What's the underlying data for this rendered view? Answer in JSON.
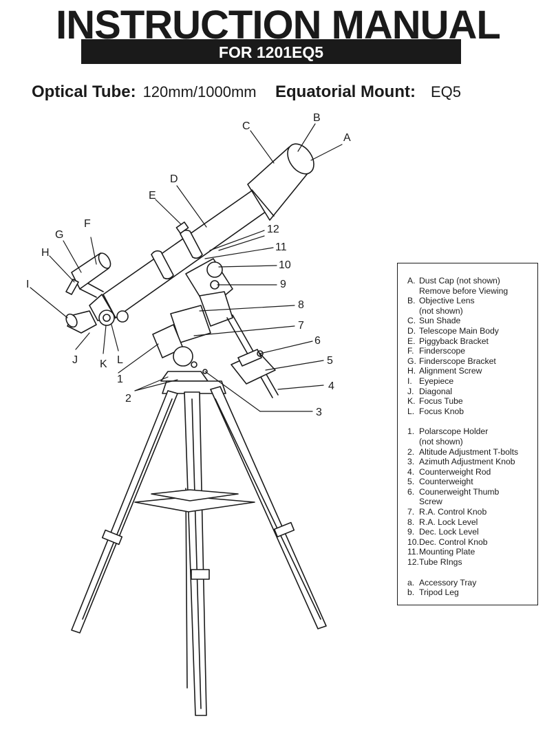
{
  "header": {
    "title": "INSTRUCTION MANUAL",
    "subtitle": "FOR 1201EQ5"
  },
  "specs": {
    "optical_tube_label": "Optical Tube:",
    "optical_tube_value": "120mm/1000mm",
    "mount_label": "Equatorial Mount:",
    "mount_value": "EQ5"
  },
  "callouts": {
    "A": "A",
    "B": "B",
    "C": "C",
    "D": "D",
    "E": "E",
    "F": "F",
    "G": "G",
    "H": "H",
    "I": "I",
    "J": "J",
    "K": "K",
    "L": "L",
    "n1": "1",
    "n2": "2",
    "n3": "3",
    "n4": "4",
    "n5": "5",
    "n6": "6",
    "n7": "7",
    "n8": "8",
    "n9": "9",
    "n10": "10",
    "n11": "11",
    "n12": "12"
  },
  "legend": {
    "letters": [
      {
        "mark": "A.",
        "text": "Dust Cap (not shown)\nRemove before Viewing"
      },
      {
        "mark": "B.",
        "text": "Objective Lens\n(not shown)"
      },
      {
        "mark": "C.",
        "text": "Sun Shade"
      },
      {
        "mark": "D.",
        "text": "Telescope Main Body"
      },
      {
        "mark": "E.",
        "text": "Piggyback Bracket"
      },
      {
        "mark": "F.",
        "text": "Finderscope"
      },
      {
        "mark": "G.",
        "text": "Finderscope Bracket"
      },
      {
        "mark": "H.",
        "text": "Alignment Screw"
      },
      {
        "mark": "I.",
        "text": "Eyepiece"
      },
      {
        "mark": "J.",
        "text": "Diagonal"
      },
      {
        "mark": "K.",
        "text": "Focus Tube"
      },
      {
        "mark": "L.",
        "text": "Focus Knob"
      }
    ],
    "numbers": [
      {
        "mark": "1.",
        "text": "Polarscope Holder\n(not shown)"
      },
      {
        "mark": "2.",
        "text": "Altitude Adjustment T-bolts"
      },
      {
        "mark": "3.",
        "text": "Azimuth Adjustment Knob"
      },
      {
        "mark": "4.",
        "text": "Counterweight Rod"
      },
      {
        "mark": "5.",
        "text": "Counterweight"
      },
      {
        "mark": "6.",
        "text": "Counerweight Thumb\nScrew"
      },
      {
        "mark": "7.",
        "text": "R.A. Control Knob"
      },
      {
        "mark": "8.",
        "text": "R.A. Lock Level"
      },
      {
        "mark": "9.",
        "text": "Dec. Lock Level"
      },
      {
        "mark": "10.",
        "text": "Dec. Control Knob"
      },
      {
        "mark": "11.",
        "text": "Mounting Plate"
      },
      {
        "mark": "12.",
        "text": "Tube RIngs"
      }
    ],
    "extras": [
      {
        "mark": "a.",
        "text": "Accessory Tray"
      },
      {
        "mark": "b.",
        "text": "Tripod Leg"
      }
    ]
  }
}
